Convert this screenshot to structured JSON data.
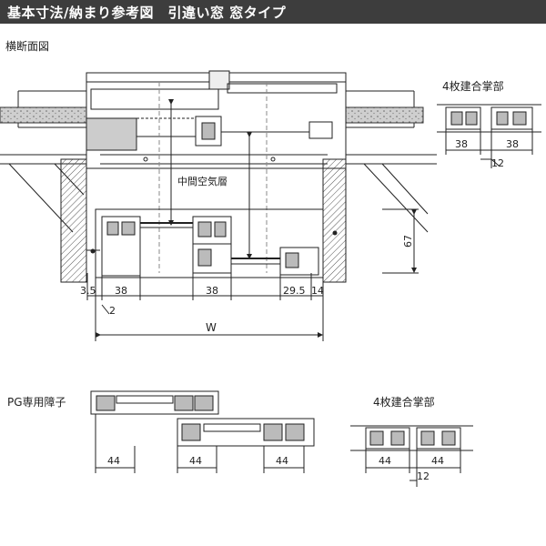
{
  "header": {
    "title": "基本寸法/納まり参考図　引違い窓 窓タイプ"
  },
  "main_section": {
    "title": "横断面図",
    "air_layer": "中間空気層",
    "dims": {
      "left_small": "3.5",
      "left_frame": "38",
      "center_frame": "38",
      "right_sash": "29.5",
      "right_small": "14",
      "below_left": "2",
      "overall": "W",
      "height": "67"
    }
  },
  "side_4panel_38": {
    "title": "4枚建合掌部",
    "dims": {
      "left": "38",
      "right": "38",
      "gap": "12"
    }
  },
  "pg_section": {
    "title": "PG専用障子",
    "dims": {
      "a": "44",
      "b": "44",
      "c": "44"
    }
  },
  "side_4panel_44": {
    "title": "4枚建合掌部",
    "dims": {
      "left": "44",
      "right": "44",
      "gap": "12"
    }
  }
}
